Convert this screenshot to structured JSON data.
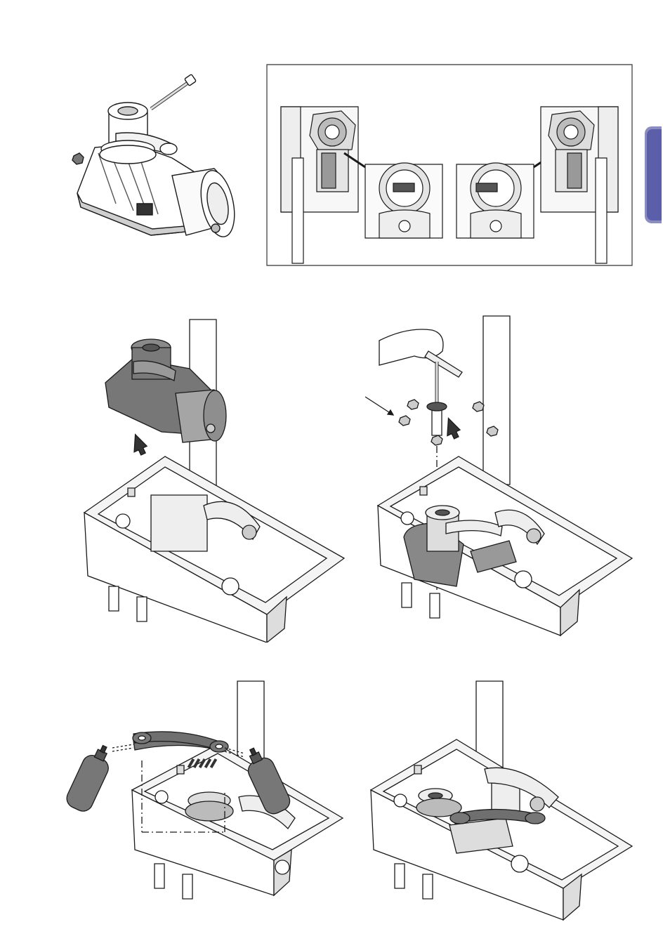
{
  "colors": {
    "accent_tab": "#5b5ea8",
    "accent_tab_border": "#8a8cc4",
    "line": "#1a1a1a",
    "dark_fill": "#6b6b6b",
    "mid_fill": "#9a9a9a",
    "light_fill": "#e8e8e8"
  },
  "figures": [
    {
      "id": "gearmotor-with-screw",
      "icon": "gearmotor-icon"
    },
    {
      "id": "release-position-detail",
      "icon": "release-lever-icon"
    },
    {
      "id": "insert-gearmotor-into-box",
      "icon": "box-insert-icon"
    },
    {
      "id": "tighten-nuts-with-wrench",
      "icon": "wrench-icon"
    },
    {
      "id": "grease-lever-arm",
      "icon": "grease-spray-icon"
    },
    {
      "id": "lever-arm-fitted",
      "icon": "lever-arm-icon"
    }
  ]
}
